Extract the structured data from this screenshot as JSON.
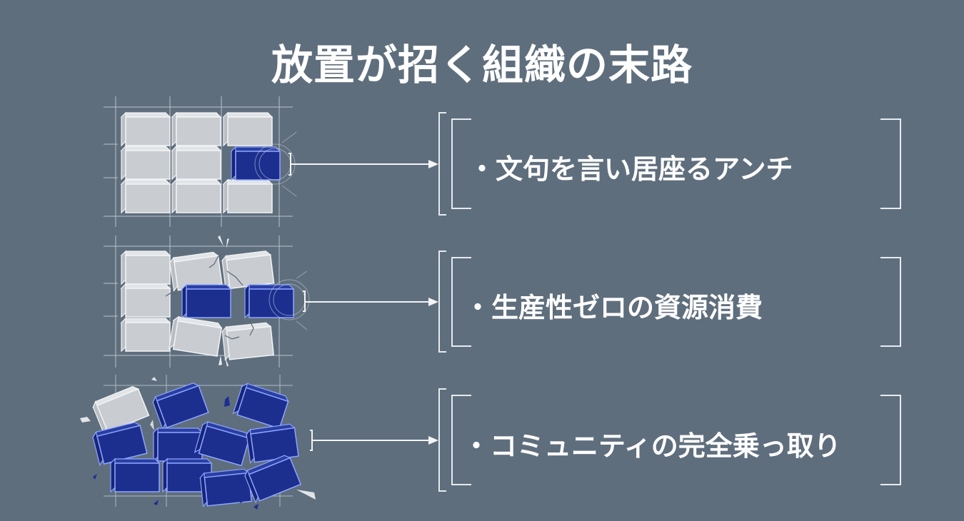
{
  "title": "放置が招く組織の末路",
  "colors": {
    "background": "#5f6e7d",
    "brick_gray": "#c9cdd2",
    "brick_blue": "#1c2f8f",
    "line": "#e6ebf0"
  },
  "stages": [
    {
      "stage": "1",
      "illustration": "brick-wall-one-blue-brick",
      "label": "・文句を言い居座るアンチ"
    },
    {
      "stage": "2",
      "illustration": "cracked-wall-two-blue-bricks",
      "label": "・生産性ゼロの資源消費"
    },
    {
      "stage": "3",
      "illustration": "collapsed-wall-mostly-blue",
      "label": "・コミュニティの完全乗っ取り"
    }
  ]
}
